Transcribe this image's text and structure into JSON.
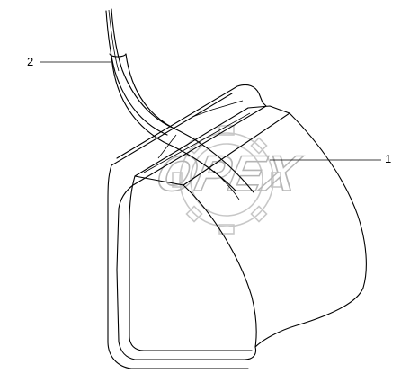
{
  "callouts": [
    {
      "label": "2",
      "part": "cable"
    },
    {
      "label": "1",
      "part": "lamp-housing"
    }
  ],
  "watermark": {
    "text": "OPEX",
    "style": "gear-outline-logo",
    "color": "#c8c8c8"
  },
  "colors": {
    "line": "#000000",
    "background": "#ffffff",
    "watermark": "#c8c8c8"
  }
}
